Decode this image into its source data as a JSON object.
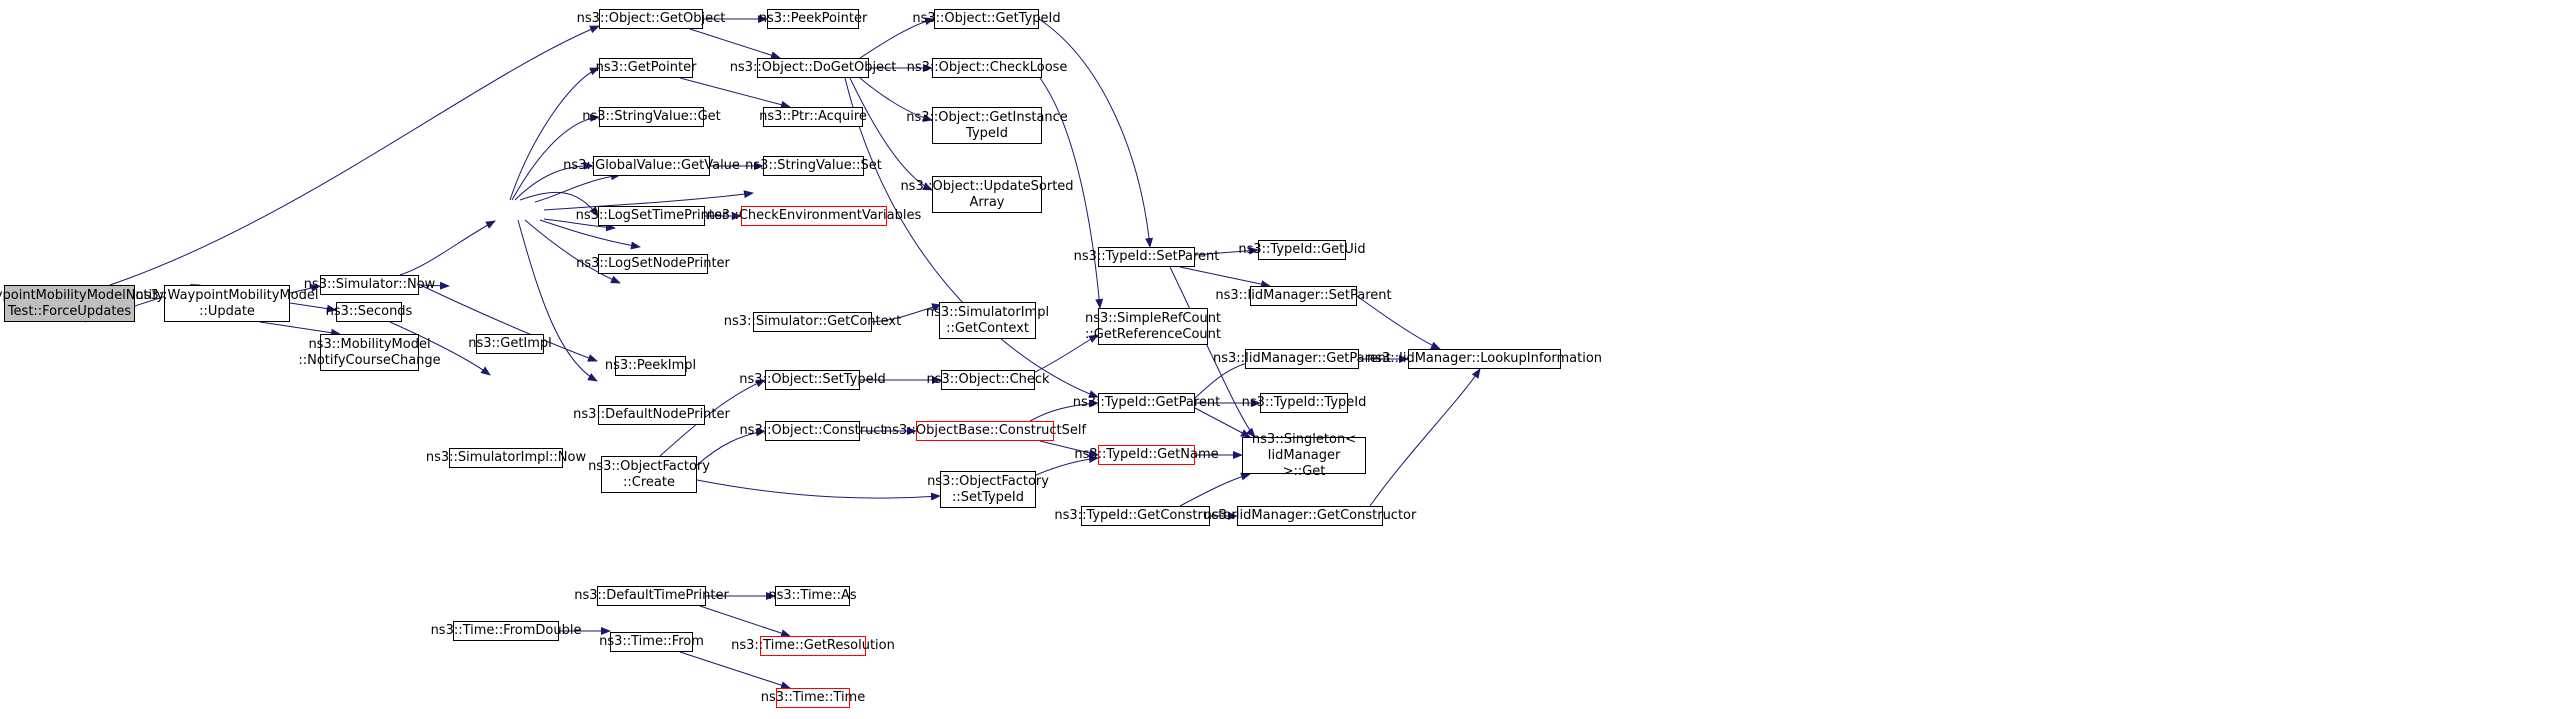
{
  "colors": {
    "edge": "#191970",
    "border": "#000000",
    "truncated_border": "#ff0000",
    "root_fill": "#bfbfbf",
    "fill": "#ffffff"
  },
  "nodes": {
    "root": "WaypointMobilityModelNotify\nTest::ForceUpdates",
    "wmm_update": "ns3::WaypointMobilityModel\n::Update",
    "sim_now": "ns3::Simulator::Now",
    "seconds": "ns3::Seconds",
    "notify_cc": "ns3::MobilityModel\n::NotifyCourseChange",
    "getimpl": "ns3::GetImpl",
    "simimpl_now": "ns3::SimulatorImpl::Now",
    "time_fromdouble": "ns3::Time::FromDouble",
    "getobject": "ns3::Object::GetObject",
    "getpointer": "ns3::GetPointer",
    "stringvalue_get": "ns3::StringValue::Get",
    "globalvalue_getvalue": "ns3::GlobalValue::GetValue",
    "logsettimeprinter": "ns3::LogSetTimePrinter",
    "logsetnodeprinter": "ns3::LogSetNodePrinter",
    "peekimpl": "ns3::PeekImpl",
    "defaultnodeprinter": "ns3::DefaultNodePrinter",
    "objectfactory_create": "ns3::ObjectFactory\n::Create",
    "defaulttimeprinter": "ns3::DefaultTimePrinter",
    "time_from": "ns3::Time::From",
    "peekpointer": "ns3::PeekPointer",
    "dogetobject": "ns3::Object::DoGetObject",
    "ptr_acquire": "ns3::Ptr::Acquire",
    "stringvalue_set": "ns3::StringValue::Set",
    "checkenv": "ns3::CheckEnvironmentVariables",
    "sim_getcontext": "ns3::Simulator::GetContext",
    "object_settypeid": "ns3::Object::SetTypeId",
    "object_construct": "ns3::Object::Construct",
    "time_as": "ns3::Time::As",
    "time_getresolution": "ns3::Time::GetResolution",
    "time_time": "ns3::Time::Time",
    "object_gettypeid": "ns3::Object::GetTypeId",
    "object_checkloose": "ns3::Object::CheckLoose",
    "object_getinstancetypeid": "ns3::Object::GetInstance\nTypeId",
    "object_updatesortedarray": "ns3::Object::UpdateSorted\nArray",
    "simimpl_getcontext": "ns3::SimulatorImpl\n::GetContext",
    "object_check": "ns3::Object::Check",
    "objectbase_constructself": "ns3::ObjectBase::ConstructSelf",
    "objectfactory_settypeid": "ns3::ObjectFactory\n::SetTypeId",
    "typeid_setparent": "ns3::TypeId::SetParent",
    "simplerefcount": "ns3::SimpleRefCount\n::GetReferenceCount",
    "typeid_getparent": "ns3::TypeId::GetParent",
    "typeid_getname": "ns3::TypeId::GetName",
    "typeid_getconstructor": "ns3::TypeId::GetConstructor",
    "typeid_getuid": "ns3::TypeId::GetUid",
    "iidmanager_setparent": "ns3::IidManager::SetParent",
    "iidmanager_getparent": "ns3::IidManager::GetParent",
    "typeid_typeid": "ns3::TypeId::TypeId",
    "singleton_get": "ns3::Singleton< IidManager\n >::Get",
    "iidmanager_getconstructor": "ns3::IidManager::GetConstructor",
    "iidmanager_lookupinformation": "ns3::IidManager::LookupInformation"
  }
}
